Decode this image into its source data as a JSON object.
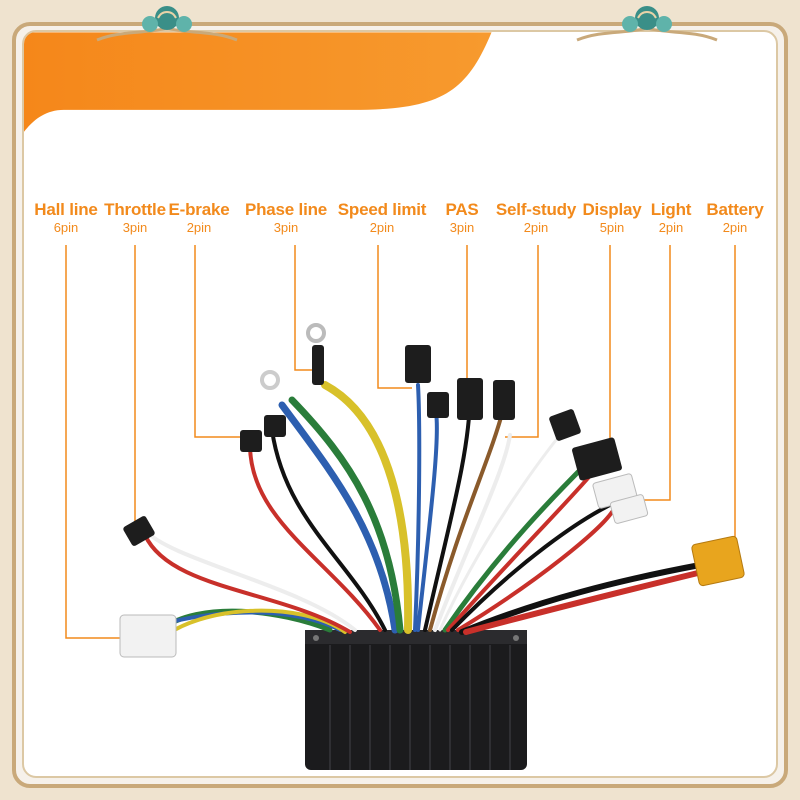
{
  "colors": {
    "accent": "#f28a1c",
    "frame_gold": "#c9a97a",
    "ornament_teal": "#3a8f88",
    "controller_body": "#1b1b1d"
  },
  "connectors": [
    {
      "name": "Hall line",
      "pins": "6pin"
    },
    {
      "name": "Throttle",
      "pins": "3pin"
    },
    {
      "name": "E-brake",
      "pins": "2pin"
    },
    {
      "name": "Phase line",
      "pins": "3pin"
    },
    {
      "name": "Speed limit",
      "pins": "2pin"
    },
    {
      "name": "PAS",
      "pins": "3pin"
    },
    {
      "name": "Self-study",
      "pins": "2pin"
    },
    {
      "name": "Display",
      "pins": "5pin"
    },
    {
      "name": "Light",
      "pins": "2pin"
    },
    {
      "name": "Battery",
      "pins": "2pin"
    }
  ]
}
